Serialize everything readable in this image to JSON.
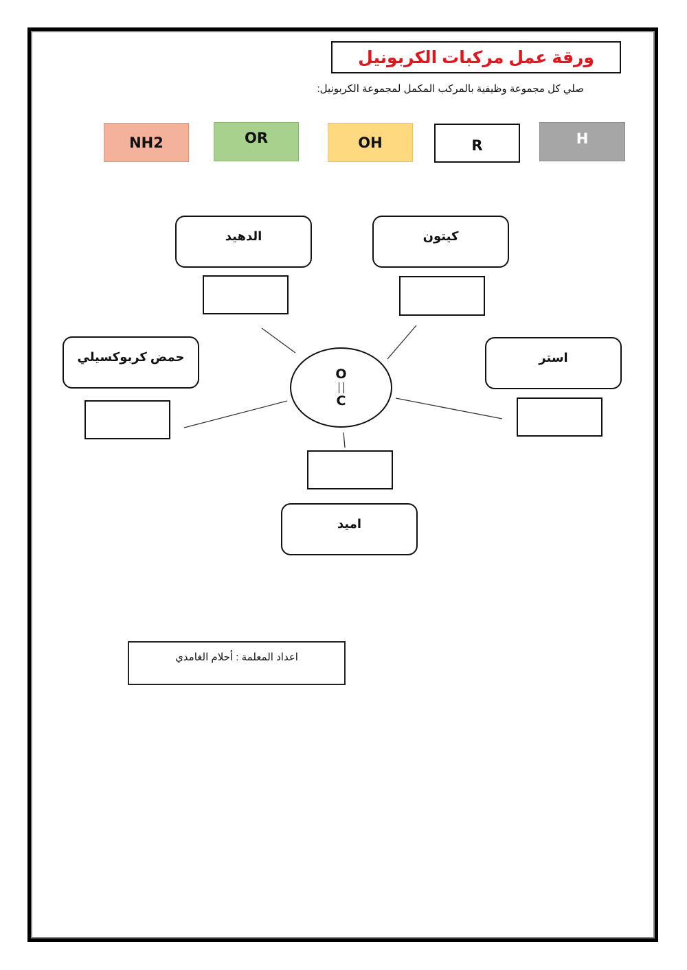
{
  "worksheet": {
    "title": "ورقة عمل مركبات الكربونيل",
    "instructions": "صلي كل مجموعة وظيفية بالمركب المكمل لمجموعة الكربونيل:",
    "credit": "اعداد المعلمة : أحلام الغامدي"
  },
  "functional_groups": [
    {
      "label": "NH2",
      "bg": "#f4b29a",
      "border": "#e8916f",
      "text_color": "#111111"
    },
    {
      "label": "OR",
      "bg": "#a9d18e",
      "border": "#86b86a",
      "text_color": "#111111"
    },
    {
      "label": "OH",
      "bg": "#ffd980",
      "border": "#f2c35a",
      "text_color": "#111111"
    },
    {
      "label": "R",
      "bg": "#ffffff",
      "border": "#111111",
      "text_color": "#111111"
    },
    {
      "label": "H",
      "bg": "#a6a6a6",
      "border": "#8c8c8c",
      "text_color": "#ffffff"
    }
  ],
  "compounds": {
    "aldehyde": "الدهيد",
    "ketone": "كيتون",
    "carboxylic_acid": "حمض كربوكسيلي",
    "ester": "استر",
    "amide": "اميد"
  },
  "center": {
    "top_atom": "O",
    "bottom_atom": "C",
    "bond": "double"
  },
  "colors": {
    "title_red": "#e3151c",
    "border_black": "#000000",
    "border_gray": "#8a8a8a"
  }
}
